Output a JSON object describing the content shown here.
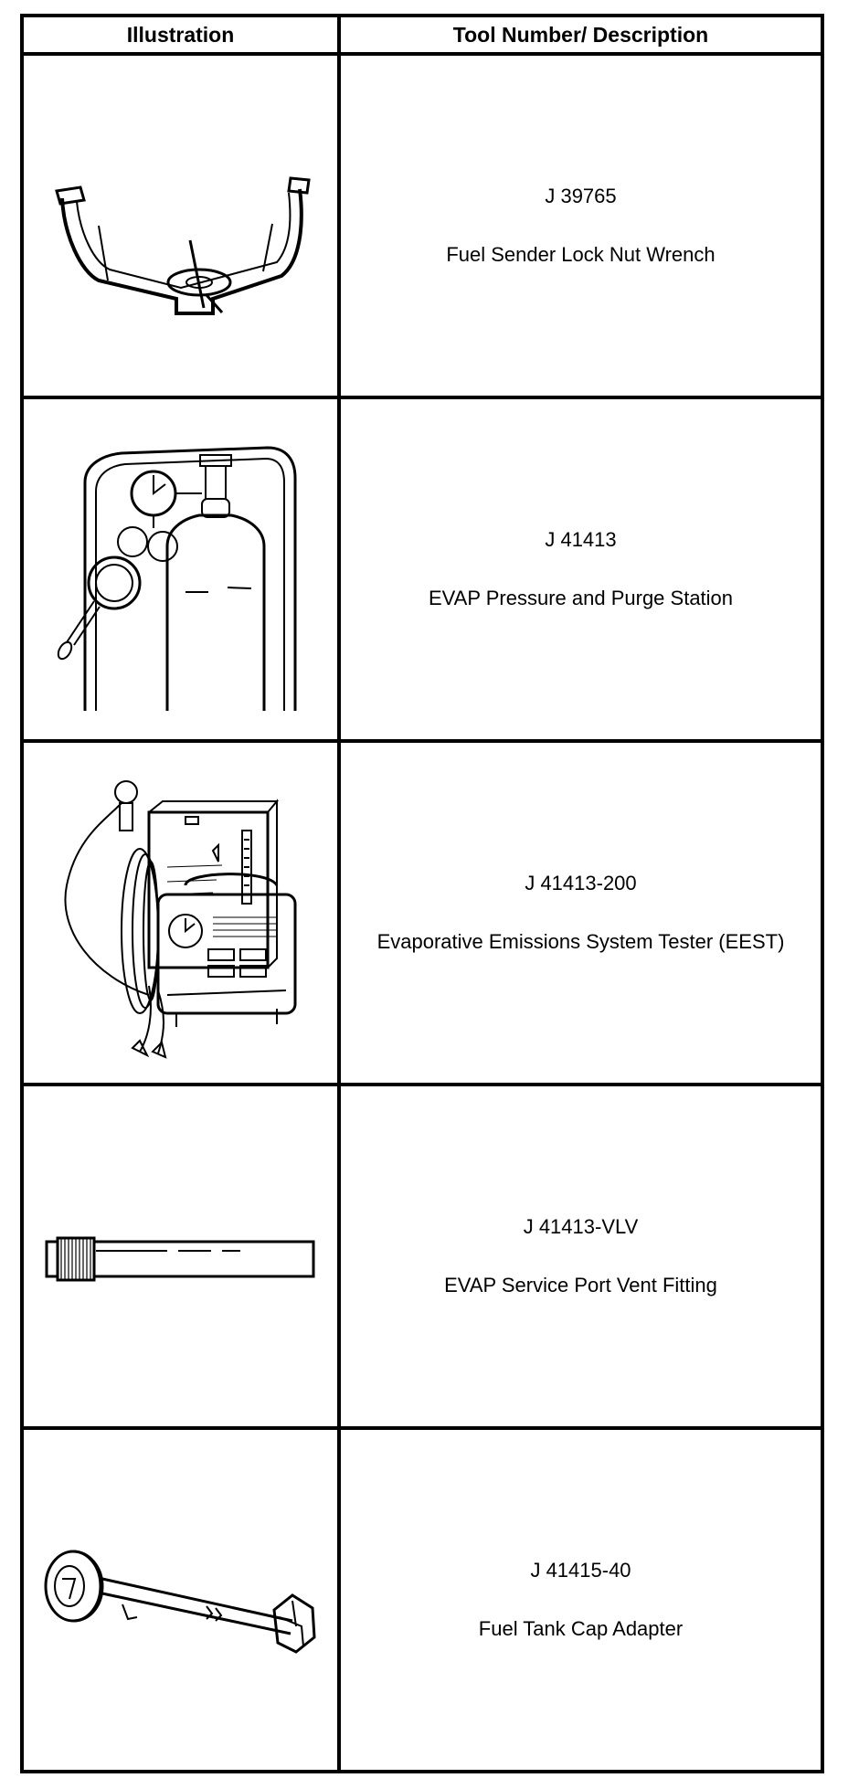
{
  "table": {
    "headers": {
      "illustration": "Illustration",
      "description": "Tool Number/ Description"
    },
    "rows": [
      {
        "number": "J 39765",
        "description": "Fuel Sender Lock Nut Wrench",
        "icon": "lock-nut-wrench-icon"
      },
      {
        "number": "J 41413",
        "description": "EVAP Pressure and Purge Station",
        "icon": "purge-station-icon"
      },
      {
        "number": "J 41413-200",
        "description": "Evaporative Emissions System Tester (EEST)",
        "icon": "emissions-tester-icon"
      },
      {
        "number": "J 41413-VLV",
        "description": "EVAP Service Port Vent Fitting",
        "icon": "vent-fitting-icon"
      },
      {
        "number": "J 41415-40",
        "description": "Fuel Tank Cap Adapter",
        "icon": "cap-adapter-icon"
      }
    ]
  }
}
